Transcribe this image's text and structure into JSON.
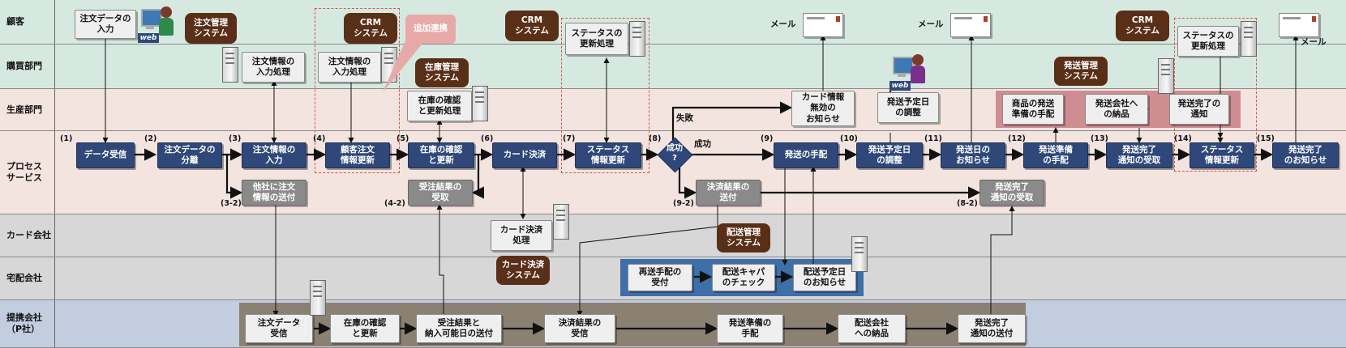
{
  "lanes": [
    {
      "id": "customer",
      "label": "顧客",
      "color": "#d6e9e1"
    },
    {
      "id": "purchasing",
      "label": "購買部門",
      "color": "#d6e9e1"
    },
    {
      "id": "production",
      "label": "生産部門",
      "color": "#f3e4e0"
    },
    {
      "id": "process",
      "label": "プロセス\nサービス",
      "color": "#f3e4e0"
    },
    {
      "id": "card",
      "label": "カード会社",
      "color": "#d7d7d7"
    },
    {
      "id": "delivery",
      "label": "宅配会社",
      "color": "#d7d7d7"
    },
    {
      "id": "partner",
      "label": "提携会社\n（P社）",
      "color": "#c3cde0"
    }
  ],
  "process_steps": [
    {
      "num": "(1)",
      "label": "データ受信"
    },
    {
      "num": "(2)",
      "label": "注文データの\n分離"
    },
    {
      "num": "(3)",
      "label": "注文情報の\n入力"
    },
    {
      "num": "(4)",
      "label": "顧客注文\n情報更新"
    },
    {
      "num": "(5)",
      "label": "在庫の確認\nと更新"
    },
    {
      "num": "(6)",
      "label": "カード決済"
    },
    {
      "num": "(7)",
      "label": "ステータス\n情報更新"
    },
    {
      "num": "(8)",
      "label": "成功\n?"
    },
    {
      "num": "(9)",
      "label": "発送の手配"
    },
    {
      "num": "(10)",
      "label": "発送予定日\nの調整"
    },
    {
      "num": "(11)",
      "label": "発送日の\nお知らせ"
    },
    {
      "num": "(12)",
      "label": "発送準備\nの手配"
    },
    {
      "num": "(13)",
      "label": "発送完了\n通知の受取"
    },
    {
      "num": "(14)",
      "label": "ステータス\n情報更新"
    },
    {
      "num": "(15)",
      "label": "発送完了\nのお知らせ"
    }
  ],
  "sub_steps": [
    {
      "num": "(3-2)",
      "label": "他社に注文\n情報の送付"
    },
    {
      "num": "(4-2)",
      "label": "受注結果の\n受取"
    },
    {
      "num": "(9-2)",
      "label": "決済結果の\n送付"
    },
    {
      "num": "(8-2)",
      "label": "発送完了\n通知の受取"
    }
  ],
  "branch": {
    "success": "成功",
    "failure": "失敗"
  },
  "customer": {
    "order_entry": "注文データの\n入力",
    "web": "web",
    "status_update": "ステータスの\n更新処理",
    "status_update2": "ステータスの\n更新処理",
    "mail": "メール"
  },
  "purchasing": {
    "order_input": "注文情報の\n入力処理",
    "order_input2": "注文情報の\n入力処理"
  },
  "production": {
    "stock_check": "在庫の確認\nと更新処理",
    "card_invalid": "カード情報\n無効の\nお知らせ",
    "ship_date_adjust": "発送予定日\nの調整",
    "arrange": "商品の発送\n準備の手配",
    "deliver": "発送会社へ\nの納品",
    "complete_notice": "発送完了の\n通知"
  },
  "card": {
    "process": "カード決済\n処理"
  },
  "delivery": {
    "resend": "再送手配の\n受付",
    "capacity": "配送キャパ\nのチェック",
    "notice": "配送予定日\nのお知らせ"
  },
  "partner": {
    "steps": [
      "注文データ\n受信",
      "在庫の確認\nと更新",
      "受注結果と\n納入可能日の送付",
      "決済結果の\n受信",
      "発送準備の\n手配",
      "配送会社\nへの納品",
      "発送完了\n通知の送付"
    ]
  },
  "systems": {
    "order_mgmt": "注文管理\nシステム",
    "crm1": "CRM\nシステム",
    "crm2": "CRM\nシステム",
    "crm3": "CRM\nシステム",
    "stock_mgmt": "在庫管理\nシステム",
    "card_sys": "カード決済\nシステム",
    "delivery_mgmt": "配送管理\nシステム",
    "ship_mgmt": "発送管理\nシステム"
  },
  "callout": "追加連携"
}
